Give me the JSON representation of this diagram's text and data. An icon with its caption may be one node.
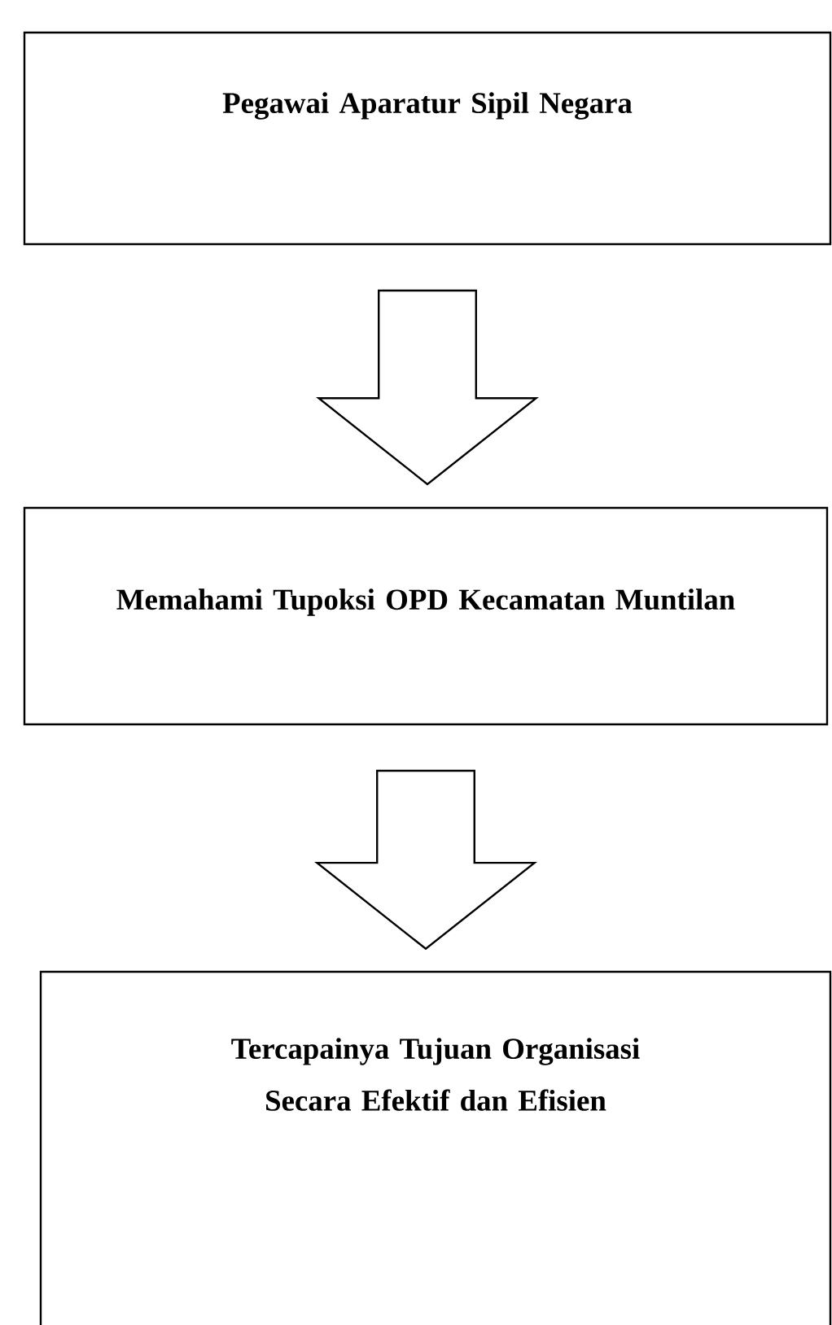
{
  "diagram": {
    "nodes": [
      {
        "text": [
          "Pegawai Aparatur Sipil Negara"
        ]
      },
      {
        "text": [
          "Memahami Tupoksi OPD Kecamatan Muntilan"
        ]
      },
      {
        "text": [
          "Tercapainya Tujuan Organisasi Secara Efektif dan Efisien"
        ]
      }
    ],
    "edges": [
      {
        "from": 0,
        "to": 1,
        "arrow": "to"
      },
      {
        "from": 1,
        "to": 2,
        "arrow": "to"
      }
    ]
  }
}
